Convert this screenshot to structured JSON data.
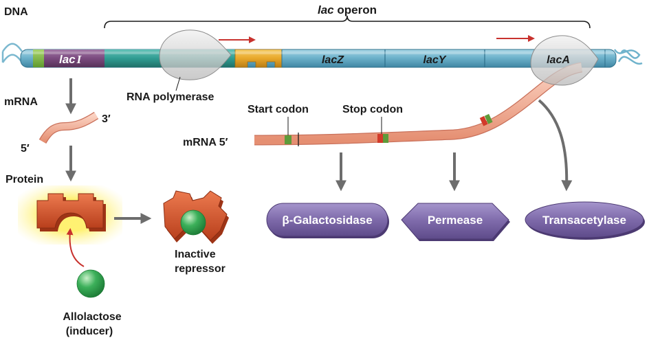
{
  "labels": {
    "dna": "DNA",
    "operon_italic": "lac",
    "operon_rest": " operon",
    "rna_polymerase": "RNA polymerase",
    "mrna_left": "mRNA",
    "three_prime": "3′",
    "five_prime": "5′",
    "protein": "Protein",
    "inactive_line1": "Inactive",
    "inactive_line2": "repressor",
    "allolactose_line1": "Allolactose",
    "allolactose_line2": "(inducer)",
    "start_codon": "Start codon",
    "stop_codon": "Stop codon",
    "mrna_right": "mRNA 5′"
  },
  "genes": {
    "laci_main": "lac",
    "laci_suffix": "I",
    "lacz": "lacZ",
    "lacy": "lacY",
    "laca": "lacA"
  },
  "proteins": {
    "galactosidase": "β-Galactosidase",
    "permease": "Permease",
    "transacetylase": "Transacetylase"
  },
  "colors": {
    "gene_blue": "#6fb3cc",
    "laci_purple": "#7a4a7e",
    "promoter_teal": "#2f9c92",
    "operator_gold": "#e8a72a",
    "mrna_salmon": "#f1a48a",
    "repressor_orange": "#d9542b",
    "inducer_green": "#3cb05a",
    "protein_purple": "#7e6aaa",
    "arrow_gray": "#6d6d6d",
    "arrow_red": "#c8322e"
  }
}
